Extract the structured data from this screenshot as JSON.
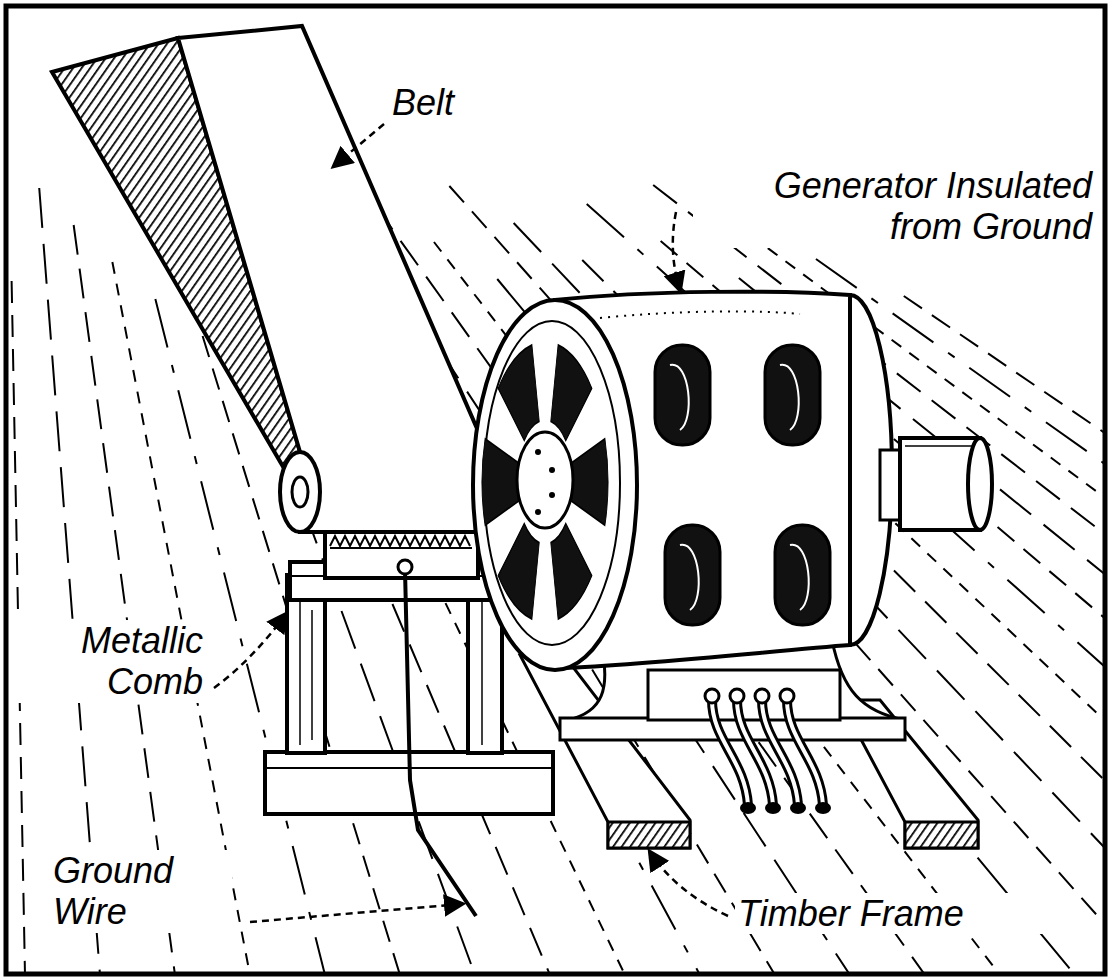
{
  "diagram": {
    "labels": [
      "Belt",
      "Generator Insulated from Ground",
      "Metallic Comb",
      "Ground Wire",
      "Timber Frame"
    ]
  }
}
